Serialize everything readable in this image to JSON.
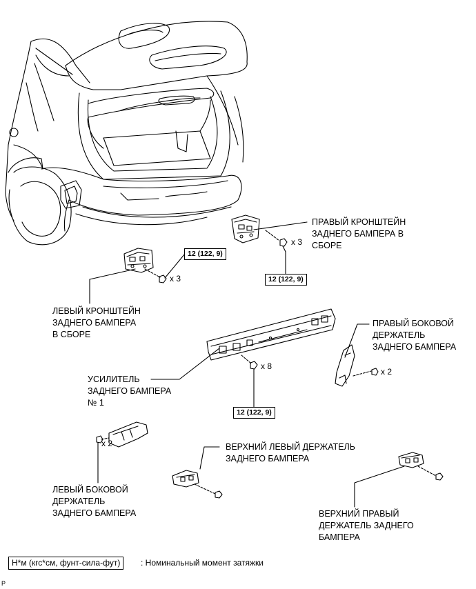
{
  "labels": {
    "right_bracket": "ПРАВЫЙ КРОНШТЕЙН\nЗАДНЕГО БАМПЕРА В\nСБОРЕ",
    "left_bracket": "ЛЕВЫЙ КРОНШТЕЙН\nЗАДНЕГО БАМПЕРА\nВ СБОРЕ",
    "right_side_retainer": "ПРАВЫЙ БОКОВОЙ\nДЕРЖАТЕЛЬ\nЗАДНЕГО БАМПЕРА",
    "reinforcement": "УСИЛИТЕЛЬ\nЗАДНЕГО БАМПЕРА\n№ 1",
    "left_side_retainer": "ЛЕВЫЙ БОКОВОЙ\nДЕРЖАТЕЛЬ\nЗАДНЕГО БАМПЕРА",
    "upper_left_retainer": "ВЕРХНИЙ ЛЕВЫЙ ДЕРЖАТЕЛЬ\nЗАДНЕГО БАМПЕРА",
    "upper_right_retainer": "ВЕРХНИЙ ПРАВЫЙ\nДЕРЖАТЕЛЬ ЗАДНЕГО\nБАМПЕРА"
  },
  "torque": {
    "left_bracket": "12 (122, 9)",
    "right_bracket": "12 (122, 9)",
    "reinforcement": "12 (122, 9)"
  },
  "quantities": {
    "right_bracket_bolts": "x 3",
    "left_bracket_bolts": "x 3",
    "reinforcement_bolts": "x 8",
    "right_side_retainer_screws": "x 2",
    "left_side_retainer_screws": "x 2"
  },
  "legend": {
    "box": "Н*м (кгс*см, фунт-сила-фут)",
    "text": ": Номинальный момент затяжки"
  },
  "corner_mark": "P"
}
